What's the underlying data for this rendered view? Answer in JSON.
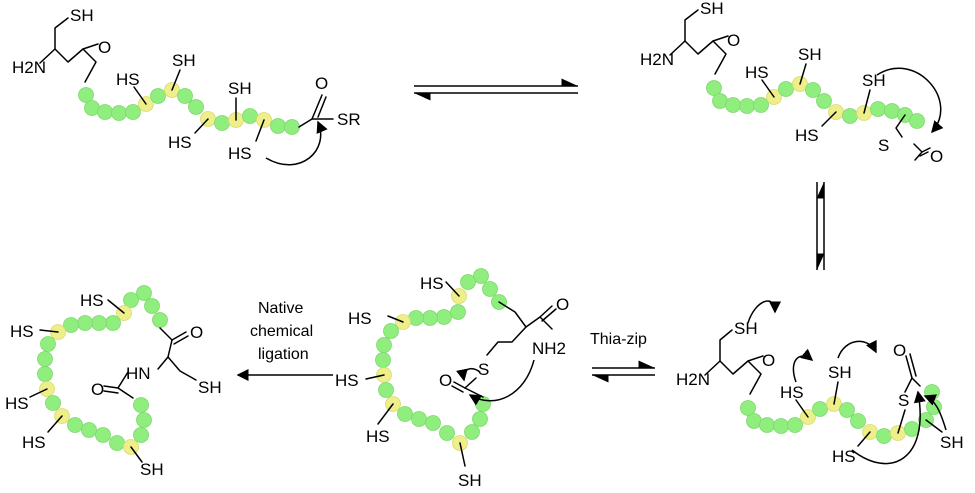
{
  "labels": {
    "SH": "SH",
    "HS": "HS",
    "H2N": "H2N",
    "NH2": "NH2",
    "O": "O",
    "S": "S",
    "SR": "SR",
    "HN": "HN",
    "H2N_sub": "2"
  },
  "captions": {
    "native_line1": "Native",
    "native_line2": "chemical",
    "native_line3": "ligation",
    "thia_zip": "Thia-zip"
  },
  "colors": {
    "residue": "#90EE7F",
    "cysteine_residue": "#EEEE8A",
    "ink": "#000000"
  }
}
